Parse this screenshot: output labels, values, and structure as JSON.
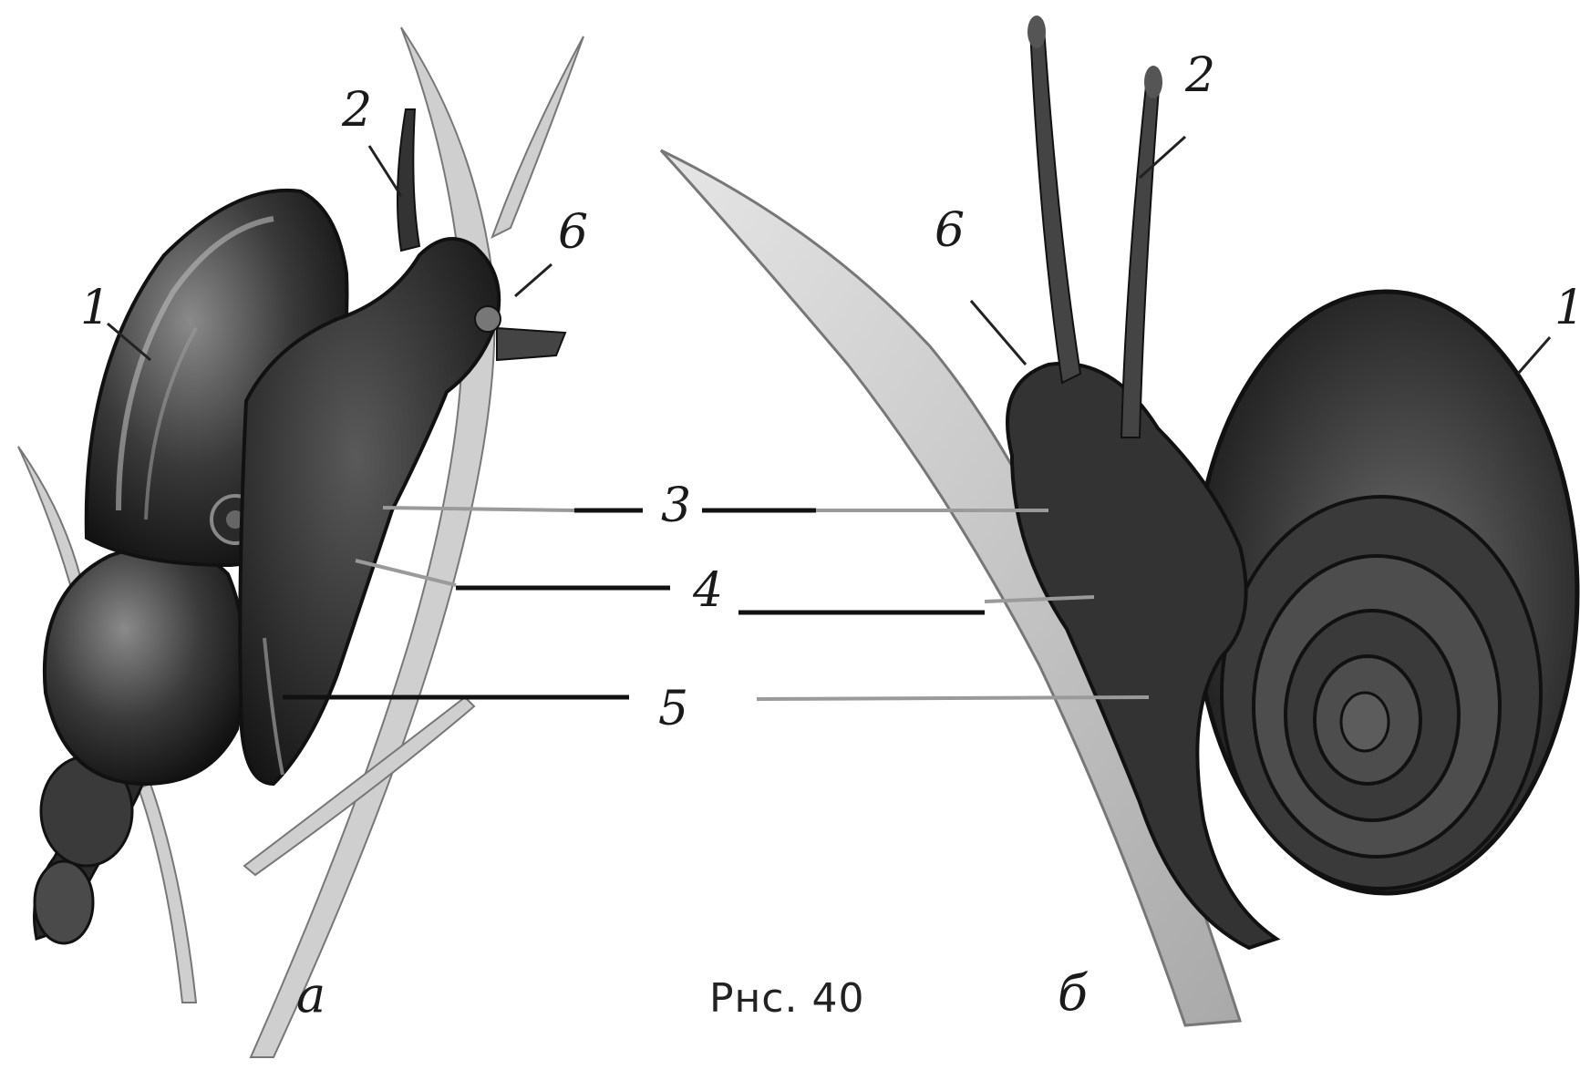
{
  "figure": {
    "caption": "Рнс. 40",
    "panel_left_label": "а",
    "panel_right_label": "б",
    "labels_left": {
      "shell": "1",
      "tentacle": "2",
      "eye": "6"
    },
    "labels_right": {
      "shell": "1",
      "tentacle": "2",
      "eye": "6"
    },
    "shared_labels": {
      "l3": "3",
      "l4": "4",
      "l5": "5"
    }
  }
}
